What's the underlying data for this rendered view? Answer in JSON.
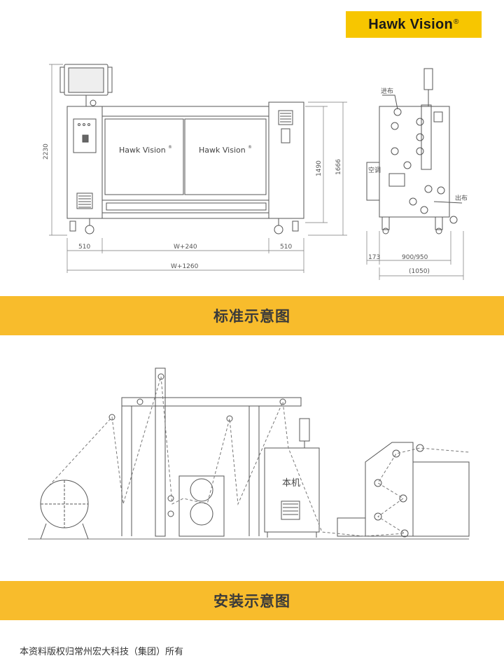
{
  "brand": {
    "name": "Hawk Vision",
    "registered_mark": "®"
  },
  "front_view": {
    "panel_left_brand": "Hawk Vision",
    "panel_right_brand": "Hawk Vision",
    "dim_height_total": "2230",
    "dim_height_body": "1490",
    "dim_height_side": "1666",
    "dim_left_module": "510",
    "dim_center": "W+240",
    "dim_right_module": "510",
    "dim_total_width": "W+1260"
  },
  "side_view": {
    "label_inlet": "进布",
    "label_outlet": "出布",
    "label_aircon": "空调",
    "dim_offset": "173",
    "dim_depth": "900/950",
    "dim_total_depth": "(1050)"
  },
  "sections": {
    "standard_title": "标准示意图",
    "install_title": "安装示意图"
  },
  "install_view": {
    "machine_label": "本机"
  },
  "footer": {
    "copyright": "本资料版权归常州宏大科技（集团）所有"
  },
  "colors": {
    "logo_bg": "#f7c600",
    "banner_bg": "#f8bc2c",
    "line": "#555555"
  }
}
